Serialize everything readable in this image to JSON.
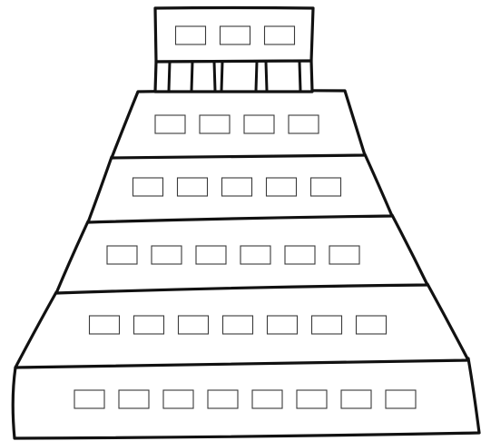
{
  "diagram": {
    "structure": "stepped-tower",
    "top_block_boxes": 3,
    "tier_box_counts": [
      4,
      5,
      6,
      7,
      8
    ],
    "colors": {
      "line": "#111111",
      "box_border": "#3a3a3a",
      "background": "#ffffff"
    }
  }
}
